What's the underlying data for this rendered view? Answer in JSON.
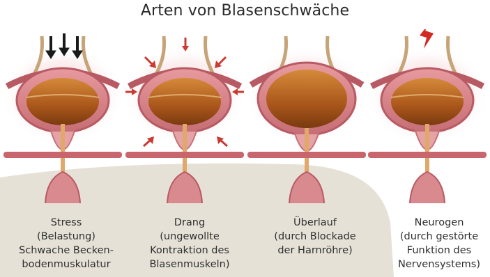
{
  "title": "Arten von Blasenschwäche",
  "colors": {
    "background_shape": "#e6e1d6",
    "bladder_wall": "#d9868a",
    "bladder_wall_dark": "#b85a63",
    "urine": "#b5651d",
    "urine_dark": "#7a3a10",
    "ureter": "#c7a477",
    "arrow_red": "#c93b33",
    "arrow_black": "#1a1a1a"
  },
  "panels": [
    {
      "id": "stress",
      "indicator_icon": "downward-pressure-arrows-icon",
      "caption": [
        "Stress",
        "(Belastung)",
        "Schwache Becken-",
        "bodenmuskulatur"
      ]
    },
    {
      "id": "drang",
      "indicator_icon": "contraction-arrows-icon",
      "caption": [
        "Drang",
        "(ungewollte",
        "Kontraktion des",
        "Blasenmuskeln)"
      ]
    },
    {
      "id": "ueberlauf",
      "indicator_icon": "",
      "caption": [
        "Überlauf",
        "(durch Blockade",
        "der Harnröhre)"
      ]
    },
    {
      "id": "neurogen",
      "indicator_icon": "nerve-lightning-icon",
      "caption": [
        "Neurogen",
        "(durch gestörte",
        "Funktion des",
        "Nervensystems)"
      ]
    }
  ]
}
